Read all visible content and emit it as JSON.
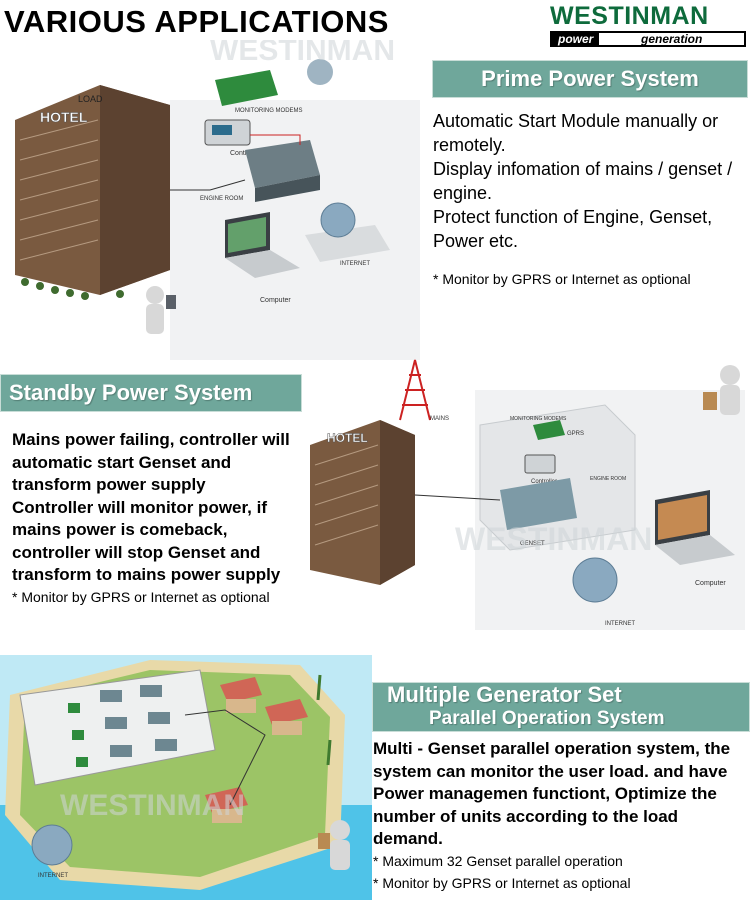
{
  "page": {
    "title": "VARIOUS APPLICATIONS"
  },
  "logo": {
    "brand": "WESTINMAN",
    "tag_left": "power",
    "tag_right": "generation"
  },
  "prime": {
    "heading": "Prime Power System",
    "lines": [
      "Automatic Start Module  manually or",
      "remotely.",
      "Display infomation of mains / genset /",
      "engine.",
      "Protect function of Engine, Genset,",
      "Power etc."
    ],
    "note": "* Monitor by GPRS or Internet as optional"
  },
  "standby": {
    "heading": "Standby Power System",
    "lines": [
      "Mains power failing, controller will",
      "automatic start Genset and",
      "transform power supply",
      "Controller will monitor power, if",
      "mains power is comeback,",
      "controller will stop Genset and",
      "transform to mains power supply"
    ],
    "note": "* Monitor by GPRS or Internet as optional"
  },
  "multiple": {
    "heading": "Multiple Generator Set",
    "subheading": "Parallel Operation System",
    "lines": [
      "Multi - Genset parallel operation system, the",
      "system can monitor the user load. and have",
      "Power managemen functiont, Optimize the",
      "number of units according to the load",
      "demand."
    ],
    "notes": [
      "* Maximum 32 Genset parallel operation",
      "* Monitor by GPRS or Internet as optional"
    ]
  },
  "diagram_labels": {
    "load": "LOAD",
    "hotel": "HOTEL",
    "modem": "MONITORING MODEMS",
    "controller": "Controller",
    "engine_room": "ENGINE ROOM",
    "computer": "Computer",
    "internet": "INTERNET",
    "mains": "MAINS",
    "gprs": "GPRS",
    "genset": "GENSET",
    "watermark": "WESTINMAN"
  },
  "colors": {
    "banner": "#6fa79b",
    "brand_green": "#0e6b3c",
    "building": "#7a5a40",
    "sea": "#4fc3e8"
  }
}
